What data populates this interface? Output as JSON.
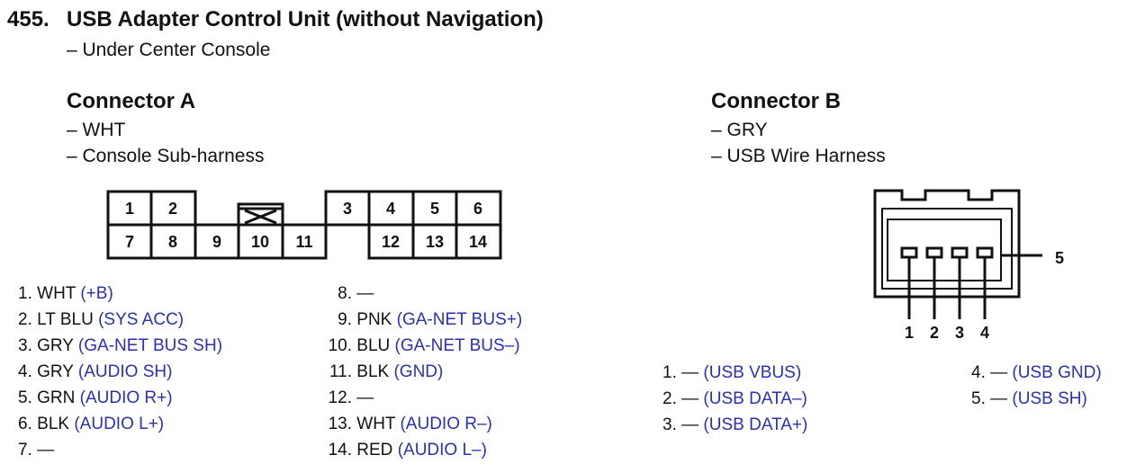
{
  "header": {
    "number": "455.",
    "title": "USB Adapter Control Unit (without Navigation)",
    "location": "– Under Center Console"
  },
  "connector_a": {
    "title": "Connector A",
    "color": "– WHT",
    "harness": "– Console Sub-harness",
    "cells_top": [
      "1",
      "2",
      "3",
      "4",
      "5",
      "6"
    ],
    "cells_bottom": [
      "7",
      "8",
      "9",
      "10",
      "11",
      "12",
      "13",
      "14"
    ],
    "pins": [
      {
        "num": "1.",
        "wire": "WHT",
        "func": "(+B)"
      },
      {
        "num": "2.",
        "wire": "LT BLU",
        "func": "(SYS ACC)"
      },
      {
        "num": "3.",
        "wire": "GRY",
        "func": "(GA-NET BUS SH)"
      },
      {
        "num": "4.",
        "wire": "GRY",
        "func": "(AUDIO SH)"
      },
      {
        "num": "5.",
        "wire": "GRN",
        "func": "(AUDIO R+)"
      },
      {
        "num": "6.",
        "wire": "BLK",
        "func": "(AUDIO L+)"
      },
      {
        "num": "7.",
        "wire": "—",
        "func": ""
      },
      {
        "num": "8.",
        "wire": "—",
        "func": ""
      },
      {
        "num": "9.",
        "wire": "PNK",
        "func": "(GA-NET BUS+)"
      },
      {
        "num": "10.",
        "wire": "BLU",
        "func": "(GA-NET BUS–)"
      },
      {
        "num": "11.",
        "wire": "BLK",
        "func": "(GND)"
      },
      {
        "num": "12.",
        "wire": "—",
        "func": ""
      },
      {
        "num": "13.",
        "wire": "WHT",
        "func": "(AUDIO R–)"
      },
      {
        "num": "14.",
        "wire": "RED",
        "func": "(AUDIO L–)"
      }
    ]
  },
  "connector_b": {
    "title": "Connector B",
    "color": "– GRY",
    "harness": "– USB Wire Harness",
    "pin_labels": [
      "1",
      "2",
      "3",
      "4",
      "5"
    ],
    "pins": [
      {
        "num": "1.",
        "wire": "—",
        "func": "(USB VBUS)"
      },
      {
        "num": "2.",
        "wire": "—",
        "func": "(USB DATA–)"
      },
      {
        "num": "3.",
        "wire": "—",
        "func": "(USB DATA+)"
      },
      {
        "num": "4.",
        "wire": "—",
        "func": "(USB GND)"
      },
      {
        "num": "5.",
        "wire": "—",
        "func": "(USB SH)"
      }
    ]
  },
  "colors": {
    "text": "#111111",
    "function_text": "#2a31b0",
    "line": "#111111"
  }
}
